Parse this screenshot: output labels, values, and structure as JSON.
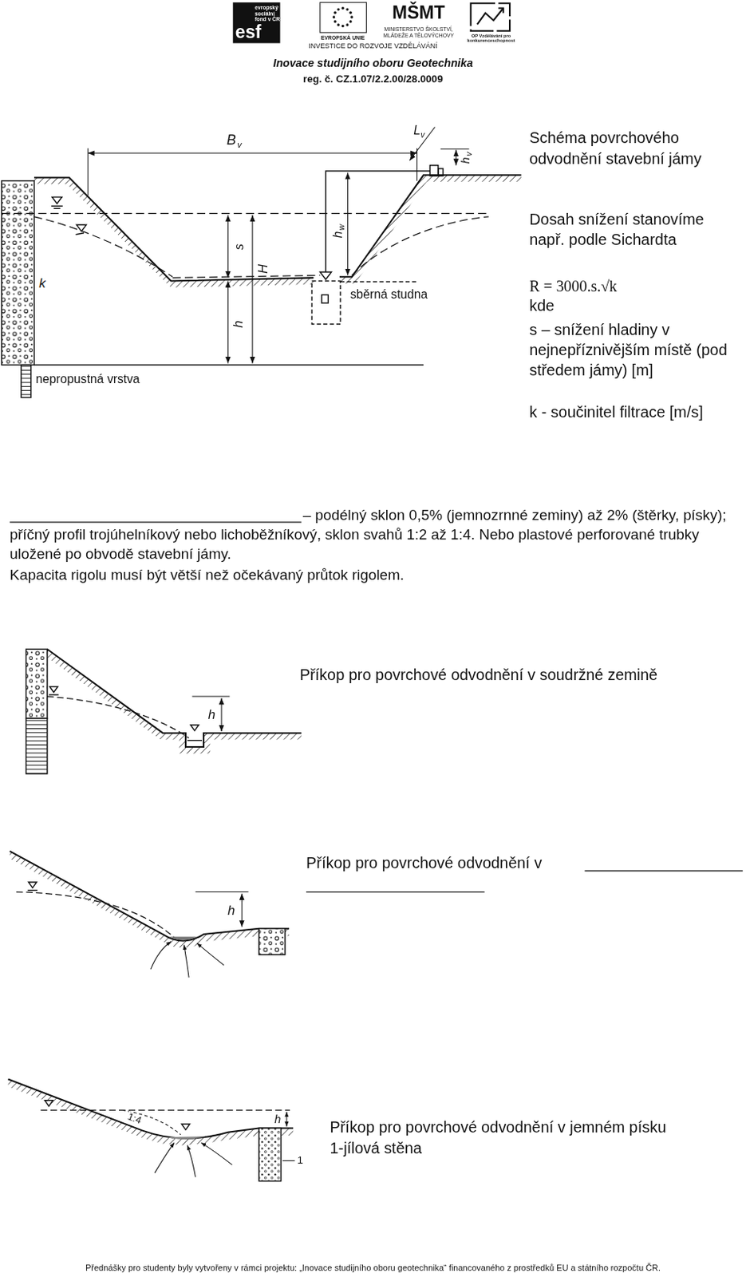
{
  "diagram": {
    "labels": [
      "esf",
      "evropský sociální fond v ČR",
      "EVROPSKÁ UNIE",
      "MŠMT",
      "MINISTERSTVO ŠKOLSTVÍ, MLÁDEŽE A TĚLOVÝCHOVY",
      "OP Vzdělávání pro konkurenceschopnost",
      "INVESTICE DO ROZVOJE VZDĚLÁVÁNÍ",
      "Inovace studijního oboru Geotechnika",
      "reg. č. CZ.1.07/2.2.00/28.0009",
      "B",
      "v",
      "L",
      "v",
      "h",
      "v",
      "s",
      "H",
      "h",
      "h",
      "w",
      "k",
      "sběrná studna",
      "nepropustná vrstva",
      "Schéma povrchového odvodnění stavební jámy",
      "Dosah snížení stanovíme např. podle Sichardta",
      "R = 3000.s.√k",
      "kde",
      "s – snížení hladiny v nejnepříznivějším místě (pod středem jámy) [m]",
      "k - součinitel filtrace [m/s]",
      "– podélný sklon 0,5% (jemnozrnné zeminy) až 2% (štěrky, písky); příčný profil trojúhelníkový nebo lichoběžníkový, sklon svahů 1:2 až 1:4. Nebo plastové perforované trubky uložené po obvodě stavební jámy.",
      "Kapacita rigolu musí být větší než očekávaný průtok rigolem.",
      "h",
      "Příkop pro povrchové odvodnění v soudržné zemině",
      "h",
      "Příkop pro povrchové odvodnění v",
      "1:4",
      "h",
      "Příkop pro povrchové odvodnění v jemném písku",
      "1-jílová stěna",
      "1",
      "Přednášky pro studenty byly vytvořeny v rámci projektu: „Inovace studijního oboru geotechnika“ financovaného z prostředků EU a státního rozpočtu ČR."
    ]
  }
}
